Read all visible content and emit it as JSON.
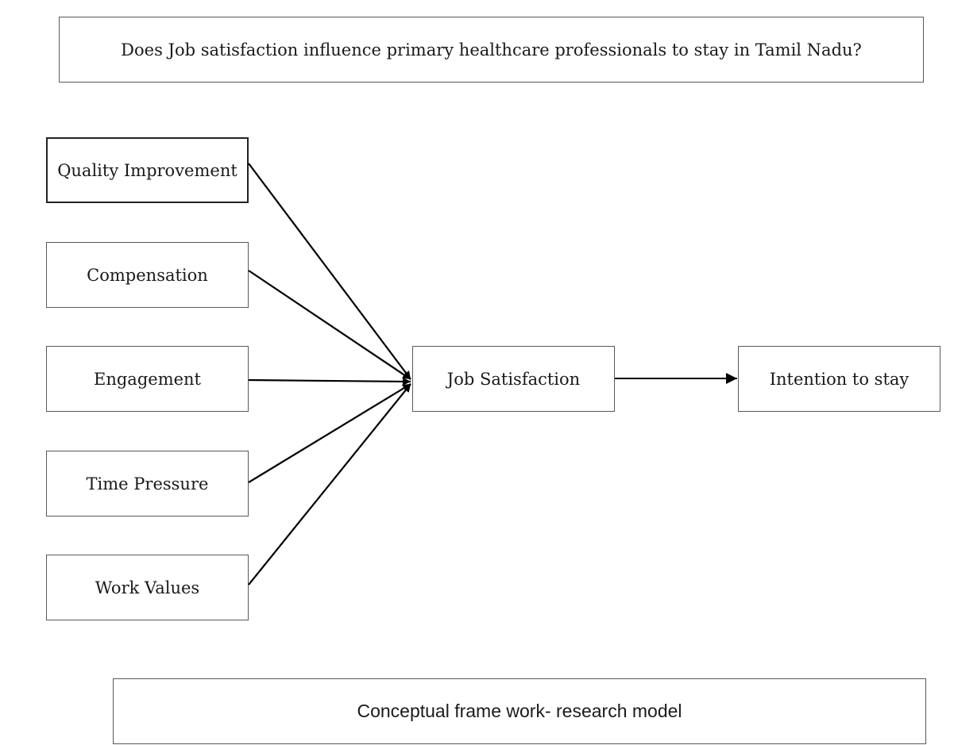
{
  "question": "Does Job satisfaction influence primary healthcare professionals to stay in Tamil Nadu?",
  "factors": [
    {
      "label": "Quality Improvement"
    },
    {
      "label": "Compensation"
    },
    {
      "label": "Engagement"
    },
    {
      "label": "Time Pressure"
    },
    {
      "label": "Work Values"
    }
  ],
  "mediator": "Job Satisfaction",
  "outcome": "Intention to stay",
  "caption": "Conceptual frame work- research model",
  "edges": [
    {
      "from": "Quality Improvement",
      "to": "Job Satisfaction"
    },
    {
      "from": "Compensation",
      "to": "Job Satisfaction"
    },
    {
      "from": "Engagement",
      "to": "Job Satisfaction"
    },
    {
      "from": "Time Pressure",
      "to": "Job Satisfaction"
    },
    {
      "from": "Work Values",
      "to": "Job Satisfaction"
    },
    {
      "from": "Job Satisfaction",
      "to": "Intention to stay"
    }
  ]
}
